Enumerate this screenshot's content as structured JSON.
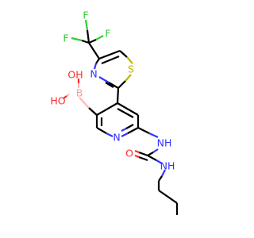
{
  "atom_labels": {
    "f_left": "F",
    "f_top": "F",
    "f_right": "F",
    "s_thiazole": "S",
    "n_thiazole": "N",
    "oh_upper": "OH",
    "oh_lower": "HO",
    "o_upper_h": "H",
    "b_boron": "B",
    "n_pyridine": "N",
    "nh_upper": "NH",
    "o_carbonyl": "O",
    "nh_lower": "NH"
  },
  "colors": {
    "carbon_bond": "#000000",
    "nitrogen": "#3333ff",
    "sulfur": "#b8b800",
    "oxygen": "#ff2b2b",
    "fluorine": "#33cc33",
    "boron": "#ffb5b5"
  }
}
